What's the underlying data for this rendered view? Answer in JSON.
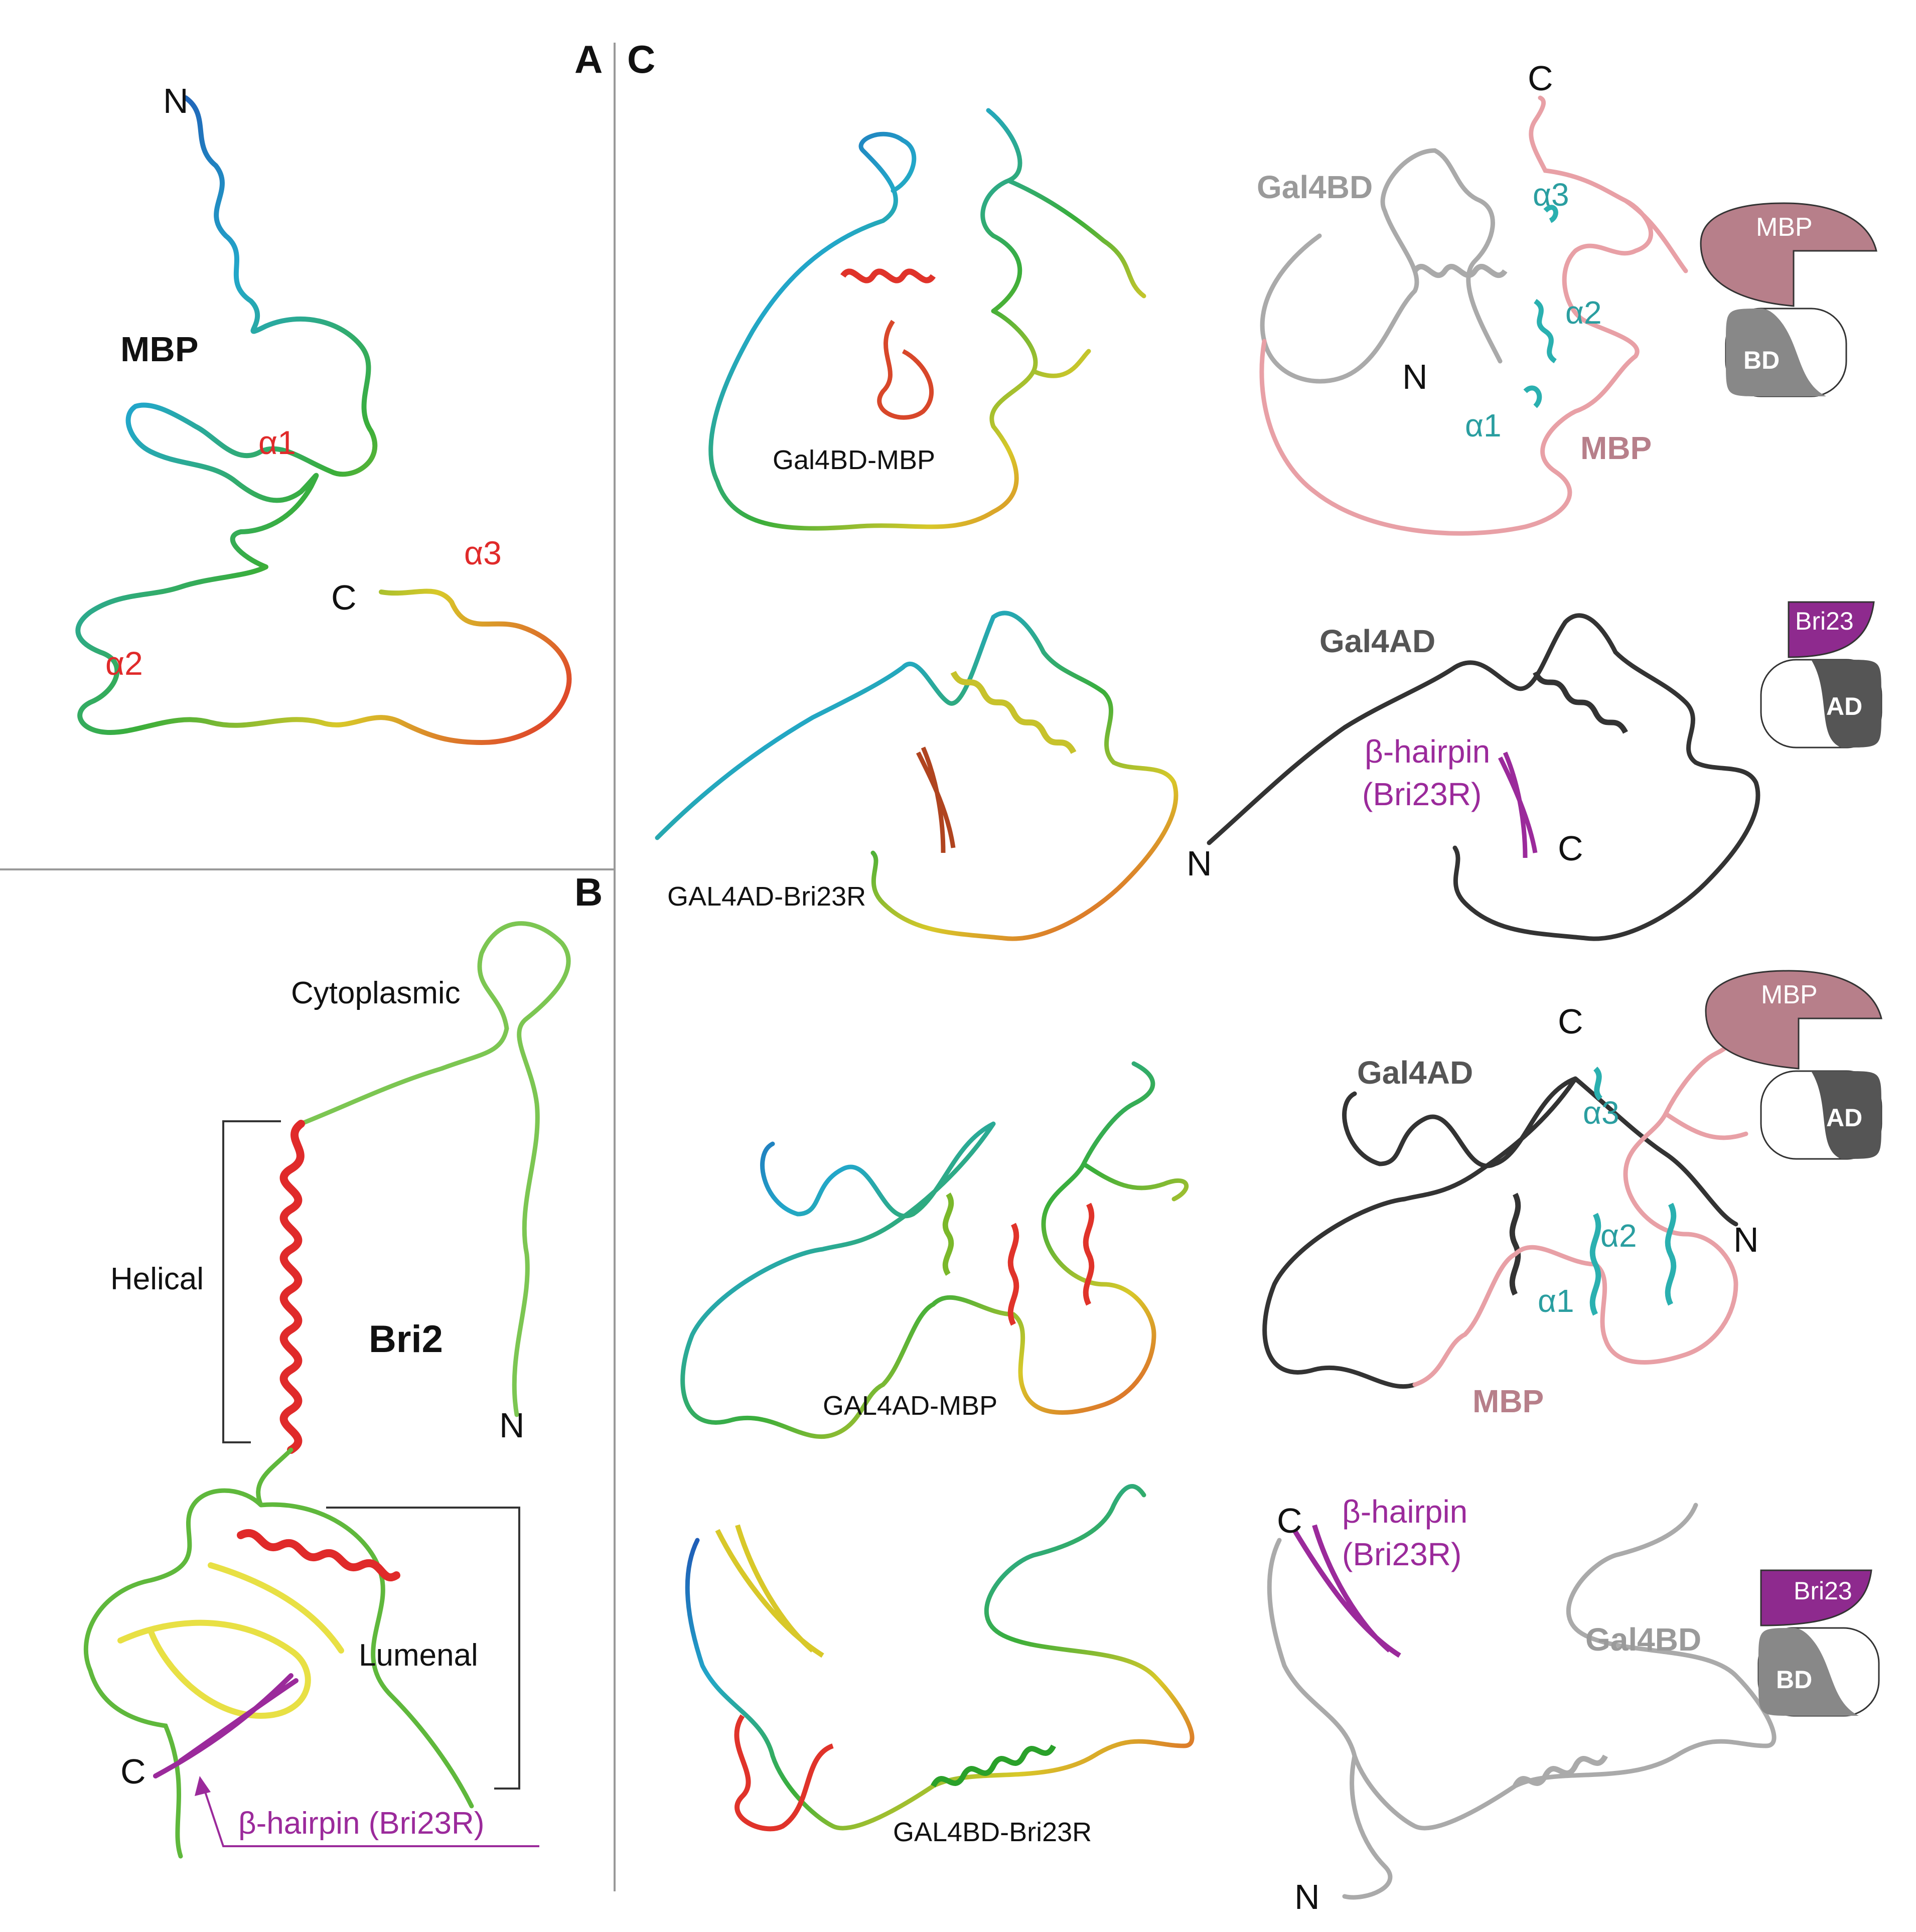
{
  "colors": {
    "red": "#e02a2a",
    "magenta": "#9b2a9b",
    "teal": "#2a9ea0",
    "mbp_pink": "#b77f8a",
    "light_grey": "#9a9a9a",
    "dark_grey": "#555555",
    "black": "#111111"
  },
  "panel_a": {
    "letter": "A",
    "title": "MBP",
    "n": "N",
    "c": "C",
    "alpha1": "α1",
    "alpha2": "α2",
    "alpha3": "α3"
  },
  "panel_b": {
    "letter": "B",
    "cytoplasmic": "Cytoplasmic",
    "helical": "Helical",
    "bri2": "Bri2",
    "n": "N",
    "lumenal": "Lumenal",
    "c": "C",
    "hairpin": "β-hairpin (Bri23R)"
  },
  "panel_c": {
    "letter": "C",
    "row1": {
      "model": "Gal4BD-MBP",
      "c": "C",
      "gal4bd": "Gal4BD",
      "alpha3": "α3",
      "alpha2": "α2",
      "n": "N",
      "alpha1": "α1",
      "mbp": "MBP",
      "icon_top": "MBP",
      "icon_bottom": "BD"
    },
    "row2": {
      "model": "GAL4AD-Bri23R",
      "gal4ad": "Gal4AD",
      "hairpin1": "β-hairpin",
      "hairpin2": "(Bri23R)",
      "n": "N",
      "c": "C",
      "icon_top": "Bri23",
      "icon_bottom": "AD"
    },
    "row3": {
      "model": "GAL4AD-MBP",
      "c": "C",
      "gal4ad": "Gal4AD",
      "alpha3": "α3",
      "alpha2": "α2",
      "n": "N",
      "alpha1": "α1",
      "mbp": "MBP",
      "icon_top": "MBP",
      "icon_bottom": "AD"
    },
    "row4": {
      "model": "GAL4BD-Bri23R",
      "c": "C",
      "hairpin1": "β-hairpin",
      "hairpin2": "(Bri23R)",
      "gal4bd": "Gal4BD",
      "n": "N",
      "icon_top": "Bri23",
      "icon_bottom": "BD"
    }
  }
}
